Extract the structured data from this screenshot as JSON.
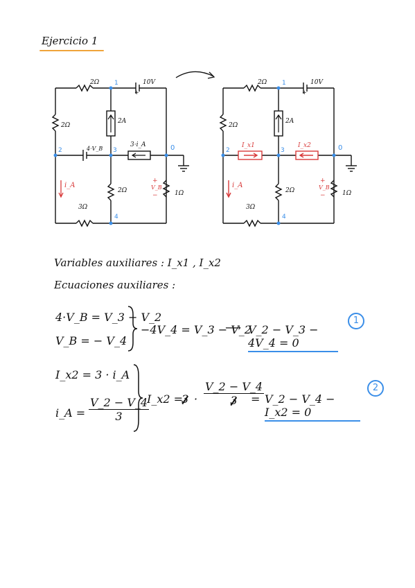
{
  "title": "Ejercicio 1",
  "colors": {
    "accent_orange": "#f0a43a",
    "node_blue": "#3a8ee8",
    "red": "#d83a3a",
    "ink": "#111111"
  },
  "circuit_left": {
    "r_top": "2Ω",
    "source_top": "10V",
    "node_1": "1",
    "node_2": "2",
    "node_3": "3",
    "node_0": "0",
    "node_4": "4",
    "r_left": "2Ω",
    "current_source": "2A",
    "dep_voltage": "4·V_B",
    "dep_current": "3·i_A",
    "r_mid": "2Ω",
    "r_bottom": "3Ω",
    "r_right": "1Ω",
    "i_a": "i_A",
    "v_b": "V_B",
    "plus": "+",
    "minus": "−"
  },
  "circuit_right": {
    "r_top": "2Ω",
    "source_top": "10V",
    "node_1": "1",
    "node_2": "2",
    "node_3": "3",
    "node_0": "0",
    "node_4": "4",
    "r_left": "2Ω",
    "current_source": "2A",
    "ix1": "I_x1",
    "ix2": "I_x2",
    "r_mid": "2Ω",
    "r_bottom": "3Ω",
    "r_right": "1Ω",
    "i_a": "i_A",
    "v_b": "V_B",
    "plus": "+",
    "minus": "−"
  },
  "aux_vars_label": "Variables auxiliares : I_x1 , I_x2",
  "aux_eqs_label": "Ecuaciones auxiliares :",
  "eq1": {
    "line_a": "4·V_B = V_3 − V_2",
    "line_b": "V_B = − V_4",
    "middle": "−4V_4 = V_3 − V_2",
    "arrow": "⟶",
    "result": "V_2 − V_3 − 4V_4 = 0",
    "badge": "1"
  },
  "eq2": {
    "line_a": "I_x2 = 3 · i_A",
    "ia_label": "i_A =",
    "ia_num": "V_2 − V_4",
    "ia_den": "3",
    "lhs": "I_x2 =",
    "three": "3",
    "dot": "·",
    "num": "V_2 − V_4",
    "den": "3",
    "eq": "=",
    "result": "V_2 − V_4 − I_x2 = 0",
    "badge": "2"
  }
}
